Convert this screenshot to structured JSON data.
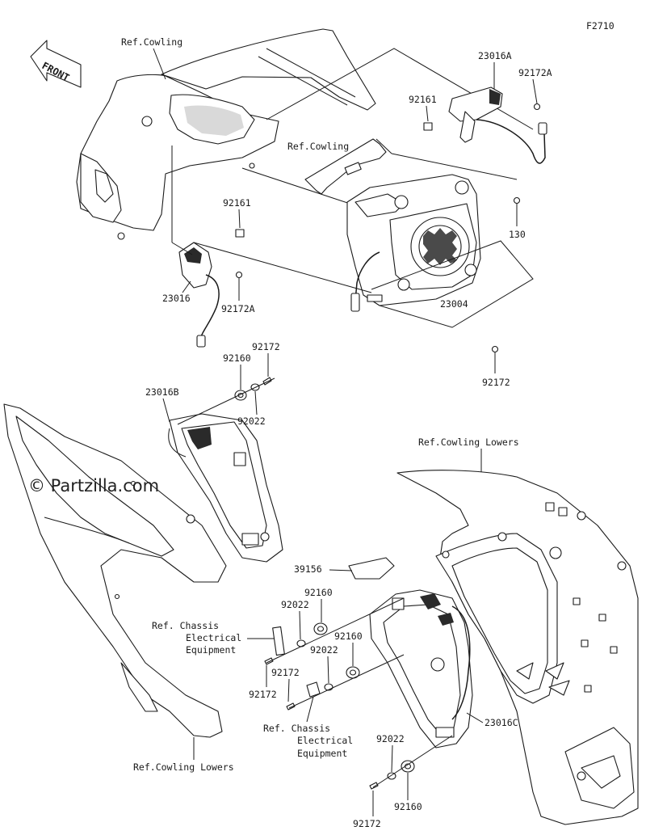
{
  "figure_code": "F2710",
  "front_label": "FRONT",
  "watermark": "© Partzilla.com",
  "labels": {
    "ref_cowling_top": "Ref.Cowling",
    "ref_cowling_mid": "Ref.Cowling",
    "p23016A": "23016A",
    "p92172A_top": "92172A",
    "p92161_top": "92161",
    "p92161_left": "92161",
    "p130": "130",
    "p23016": "23016",
    "p92172A_left": "92172A",
    "p23004": "23004",
    "p92172_right": "92172",
    "p92160_a": "92160",
    "p92172_a": "92172",
    "p23016B": "23016B",
    "p92022_a": "92022",
    "ref_lowers_right": "Ref.Cowling Lowers",
    "p39156": "39156",
    "p92160_b": "92160",
    "p92022_b": "92022",
    "ref_chassis_1_l1": "Ref. Chassis",
    "ref_chassis_1_l2": "Electrical",
    "ref_chassis_1_l3": "Equipment",
    "p92160_c": "92160",
    "p92022_c": "92022",
    "p92172_b": "92172",
    "p92172_c": "92172",
    "ref_chassis_2_l1": "Ref. Chassis",
    "ref_chassis_2_l2": "Electrical",
    "ref_chassis_2_l3": "Equipment",
    "p23016C": "23016C",
    "p92022_d": "92022",
    "ref_lowers_left": "Ref.Cowling Lowers",
    "p92160_d": "92160",
    "p92172_d": "92172"
  }
}
